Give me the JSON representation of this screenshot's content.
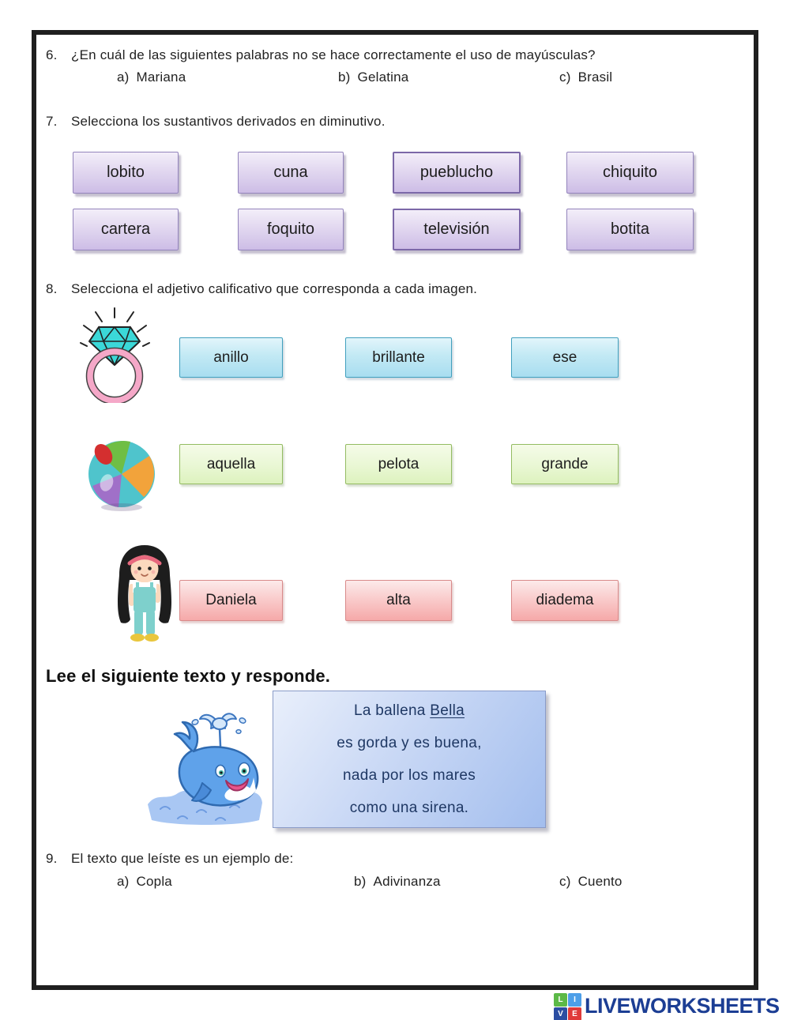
{
  "q6": {
    "number": "6.",
    "text": "¿En cuál de las siguientes palabras no se hace correctamente el uso de mayúsculas?",
    "options": [
      {
        "key": "a)",
        "label": "Mariana"
      },
      {
        "key": "b)",
        "label": "Gelatina"
      },
      {
        "key": "c)",
        "label": "Brasil"
      }
    ]
  },
  "q7": {
    "number": "7.",
    "text": "Selecciona los sustantivos derivados en diminutivo.",
    "row1": [
      "lobito",
      "cuna",
      "pueblucho",
      "chiquito"
    ],
    "row2": [
      "cartera",
      "foquito",
      "televisión",
      "botita"
    ]
  },
  "q8": {
    "number": "8.",
    "text": "Selecciona el adjetivo calificativo que corresponda a cada imagen.",
    "ring_words": [
      "anillo",
      "brillante",
      "ese"
    ],
    "ball_words": [
      "aquella",
      "pelota",
      "grande"
    ],
    "girl_words": [
      "Daniela",
      "alta",
      "diadema"
    ]
  },
  "reading": {
    "heading": "Lee el siguiente texto y responde.",
    "poem": {
      "line1_prefix": "La ballena ",
      "line1_underlined": "Bella",
      "line2": "es gorda y es buena,",
      "line3": "nada por los mares",
      "line4": "como una sirena."
    }
  },
  "q9": {
    "number": "9.",
    "text": "El texto que leíste es un ejemplo de:",
    "options": [
      {
        "key": "a)",
        "label": "Copla"
      },
      {
        "key": "b)",
        "label": "Adivinanza"
      },
      {
        "key": "c)",
        "label": "Cuento"
      }
    ]
  },
  "footer": {
    "brand": "LIVEWORKSHEETS",
    "logo_letters": {
      "tl": "L",
      "tr": "I",
      "bl": "V",
      "br": "E"
    }
  },
  "colors": {
    "purple_button_fill": "#cdbde6",
    "purple_button_border": "#9384bc",
    "blue_button_fill": "#a8ddf0",
    "blue_button_border": "#41a0be",
    "green_button_fill": "#ddf2be",
    "green_button_border": "#94bc62",
    "pink_button_fill": "#f5a9a9",
    "pink_button_border": "#d98a8a",
    "poem_box_fill": "#a3beee",
    "poem_text": "#1f3864",
    "brand_blue": "#1c3e94",
    "frame_border": "#1f1f1f"
  }
}
